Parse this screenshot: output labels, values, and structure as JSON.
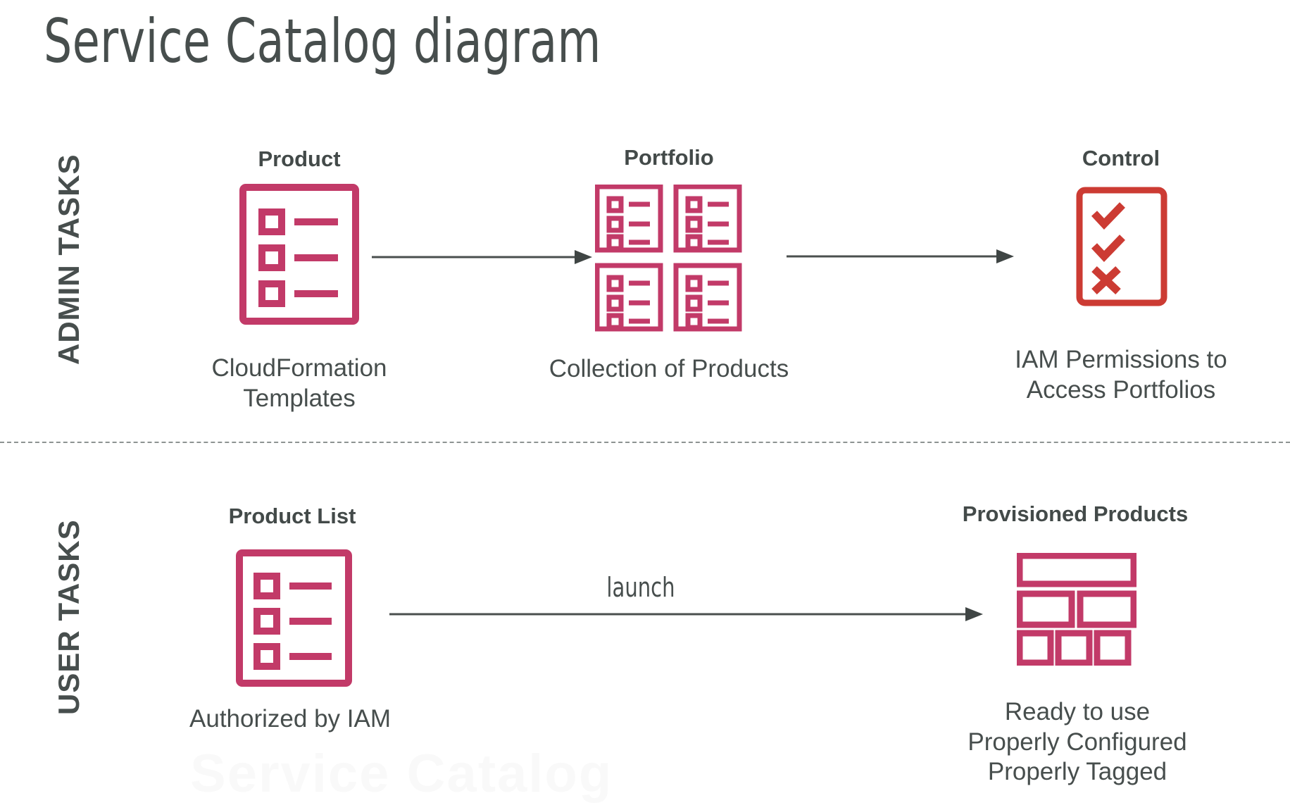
{
  "page": {
    "title": "Service Catalog diagram",
    "background": "#ffffff",
    "watermark": "Service Catalog"
  },
  "colors": {
    "text_dark": "#434a49",
    "text_muted": "#474e4d",
    "pink": "#C23A68",
    "red": "#CC3B33",
    "arrow": "#4a4f4e",
    "divider": "#8d9392"
  },
  "bands": [
    {
      "id": "admin",
      "label": "ADMIN TASKS"
    },
    {
      "id": "user",
      "label": "USER TASKS"
    }
  ],
  "admin_row": {
    "nodes": [
      {
        "id": "product",
        "header": "Product",
        "caption": "CloudFormation\nTemplates",
        "icon": "product-list-card-icon",
        "color": "#C23A68"
      },
      {
        "id": "portfolio",
        "header": "Portfolio",
        "caption": "Collection of Products",
        "icon": "portfolio-grid-icon",
        "color": "#C23A68"
      },
      {
        "id": "control",
        "header": "Control",
        "caption": "IAM Permissions to\nAccess Portfolios",
        "icon": "control-checklist-icon",
        "color": "#CC3B33"
      }
    ],
    "arrows": [
      {
        "id": "product-to-portfolio",
        "label": ""
      },
      {
        "id": "portfolio-to-control",
        "label": ""
      }
    ]
  },
  "user_row": {
    "nodes": [
      {
        "id": "product-list",
        "header": "Product List",
        "caption": "Authorized by IAM",
        "icon": "product-list-card-icon",
        "color": "#C23A68"
      },
      {
        "id": "provisioned-products",
        "header": "Provisioned Products",
        "caption": "Ready to use\nProperly Configured\nProperly Tagged",
        "icon": "provisioned-mosaic-icon",
        "color": "#C23A68"
      }
    ],
    "arrows": [
      {
        "id": "launch-arrow",
        "label": "launch"
      }
    ]
  }
}
